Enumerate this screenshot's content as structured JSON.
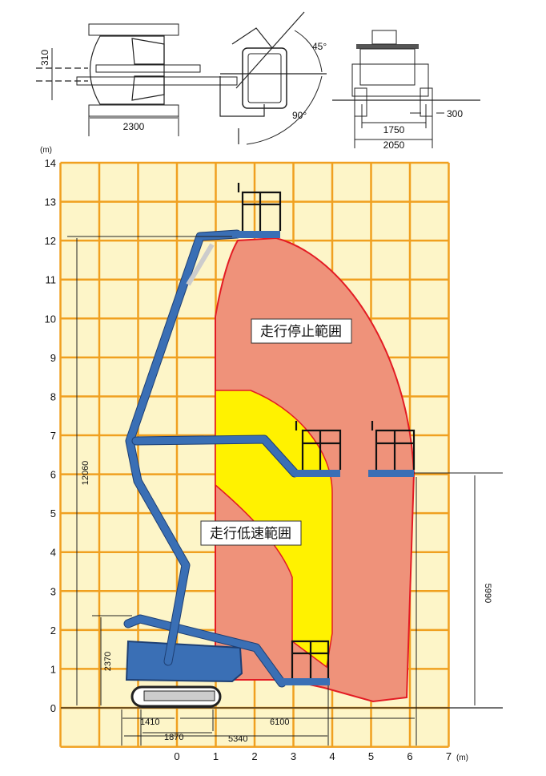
{
  "top_views": {
    "plan_dims": {
      "width": "2300",
      "offset": "310"
    },
    "angles": {
      "upper": "45°",
      "lower": "90°"
    },
    "rear_dims": {
      "track_gauge": "1750",
      "overall_width": "2050",
      "track_width": "300"
    }
  },
  "chart": {
    "y_unit": "(m)",
    "x_unit": "(m)",
    "x_ticks": [
      "0",
      "1",
      "2",
      "3",
      "4",
      "5",
      "6",
      "7"
    ],
    "y_ticks": [
      "0",
      "1",
      "2",
      "3",
      "4",
      "5",
      "6",
      "7",
      "8",
      "9",
      "10",
      "11",
      "12",
      "13",
      "14"
    ],
    "x_range": [
      -3,
      7
    ],
    "y_range": [
      -1,
      14
    ],
    "colors": {
      "grid": "#f0a020",
      "background": "#fdf5c8",
      "stop_zone": "#ef927a",
      "stop_border": "#e31b23",
      "slow_zone": "#fff200",
      "machine": "#3a6fb5"
    },
    "zones": {
      "stop": "走行停止範囲",
      "slow": "走行低速範囲"
    },
    "dims": {
      "max_height": "12060",
      "stowed_height": "2370",
      "outreach_height": "5990",
      "d1410": "1410",
      "d1870": "1870",
      "d5340": "5340",
      "d6100": "6100"
    }
  }
}
